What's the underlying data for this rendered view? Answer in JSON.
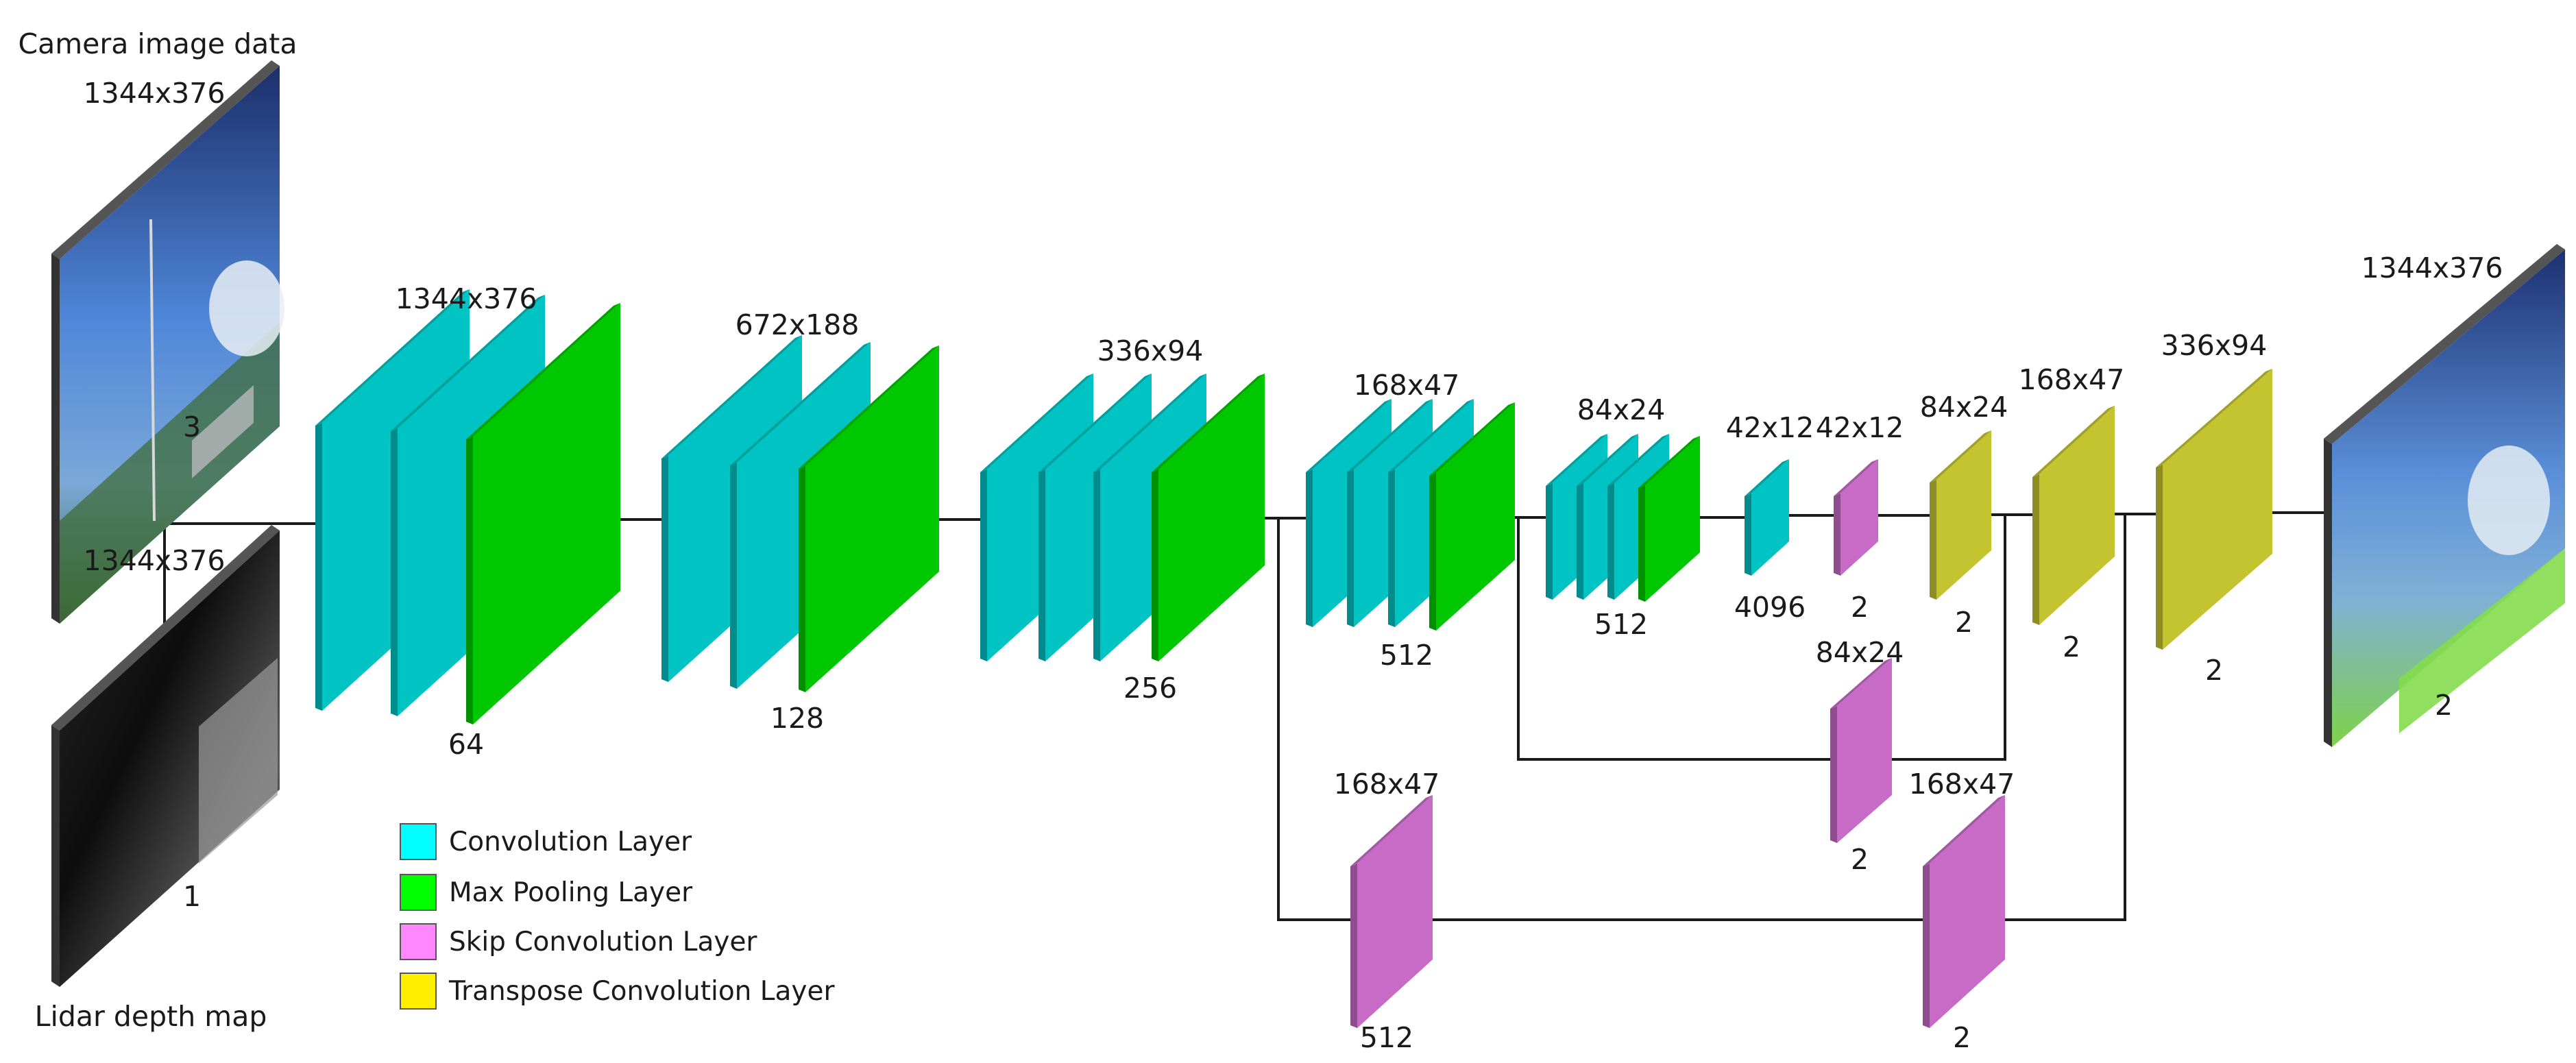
{
  "colors": {
    "convolution": "#00c3c3",
    "max_pooling": "#00c800",
    "skip_convolution": "#c76bc7",
    "transpose_convolution": "#c4c430"
  },
  "inputs": {
    "camera": {
      "title": "Camera image data",
      "size": "1344x376",
      "channels": "3"
    },
    "lidar": {
      "title": "Lidar depth map",
      "size": "1344x376",
      "channels": "1"
    }
  },
  "encoder": {
    "block1": {
      "size": "1344x376",
      "channels": "64"
    },
    "block2": {
      "size": "672x188",
      "channels": "128"
    },
    "block3": {
      "size": "336x94",
      "channels": "256"
    },
    "block4": {
      "size": "168x47",
      "channels": "512"
    },
    "block5": {
      "size": "84x24",
      "channels": "512"
    },
    "block6": {
      "size": "42x12",
      "channels": "4096"
    }
  },
  "decoder": {
    "skip_top": {
      "size": "42x12",
      "channels": "2"
    },
    "transpose1": {
      "size": "84x24",
      "channels": "2"
    },
    "transpose2": {
      "size": "168x47",
      "channels": "2"
    },
    "transpose3": {
      "size": "336x94",
      "channels": "2"
    },
    "skip_mid": {
      "size": "84x24",
      "channels": "2"
    },
    "skip_bottom_left": {
      "size": "168x47",
      "channels": "512"
    },
    "skip_bottom_right": {
      "size": "168x47",
      "channels": "2"
    }
  },
  "output": {
    "size": "1344x376",
    "channels": "2"
  },
  "legend": [
    {
      "label": "Convolution Layer",
      "color": "#00ffff"
    },
    {
      "label": "Max Pooling Layer",
      "color": "#00ff00"
    },
    {
      "label": "Skip Convolution Layer",
      "color": "#ff88ff"
    },
    {
      "label": "Transpose Convolution Layer",
      "color": "#ffee00"
    }
  ]
}
